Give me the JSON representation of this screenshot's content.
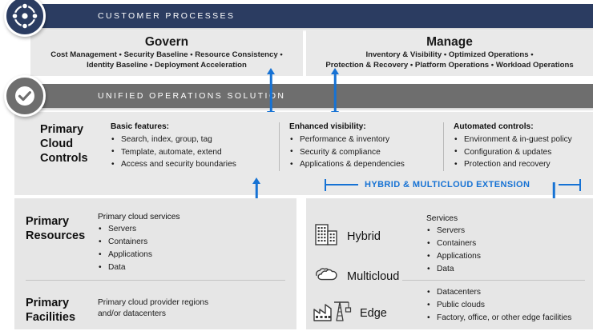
{
  "banners": {
    "customer": {
      "label": "CUSTOMER PROCESSES",
      "color": "#2b3c61",
      "icon": "network-nodes-icon"
    },
    "unified": {
      "label": "UNIFIED OPERATIONS SOLUTION",
      "color": "#6e6e6e",
      "icon": "check-circle-icon"
    }
  },
  "processes": [
    {
      "title": "Govern",
      "subtitle_line1": "Cost Management • Security Baseline • Resource Consistency •",
      "subtitle_line2": "Identity Baseline • Deployment Acceleration"
    },
    {
      "title": "Manage",
      "subtitle_line1": "Inventory & Visibility • Optimized Operations •",
      "subtitle_line2": "Protection & Recovery • Platform Operations • Workload Operations"
    }
  ],
  "controls": {
    "row_label_line1": "Primary",
    "row_label_line2": "Cloud",
    "row_label_line3": "Controls",
    "columns": [
      {
        "heading": "Basic features:",
        "items": [
          "Search, index, group, tag",
          "Template, automate, extend",
          "Access and security boundaries"
        ]
      },
      {
        "heading": "Enhanced visibility:",
        "items": [
          "Performance & inventory",
          "Security & compliance",
          "Applications & dependencies"
        ]
      },
      {
        "heading": "Automated controls:",
        "items": [
          "Environment & in-guest policy",
          "Configuration & updates",
          "Protection and recovery"
        ]
      }
    ]
  },
  "extension": {
    "label": "HYBRID & MULTICLOUD EXTENSION",
    "color": "#1672d4"
  },
  "resources": {
    "row_label_line1": "Primary",
    "row_label_line2": "Resources",
    "heading": "Primary cloud services",
    "items": [
      "Servers",
      "Containers",
      "Applications",
      "Data"
    ]
  },
  "facilities": {
    "row_label_line1": "Primary",
    "row_label_line2": "Facilities",
    "text_line1": "Primary cloud provider regions",
    "text_line2": "and/or datacenters"
  },
  "environments": [
    {
      "name": "Hybrid",
      "icon": "office-buildings-icon"
    },
    {
      "name": "Multicloud",
      "icon": "clouds-icon"
    },
    {
      "name": "Edge",
      "icon": "factory-crane-icon"
    }
  ],
  "right_services": {
    "heading": "Services",
    "items": [
      "Servers",
      "Containers",
      "Applications",
      "Data"
    ]
  },
  "right_edge": {
    "items": [
      "Datacenters",
      "Public clouds",
      "Factory, office, or other edge facilities"
    ]
  }
}
